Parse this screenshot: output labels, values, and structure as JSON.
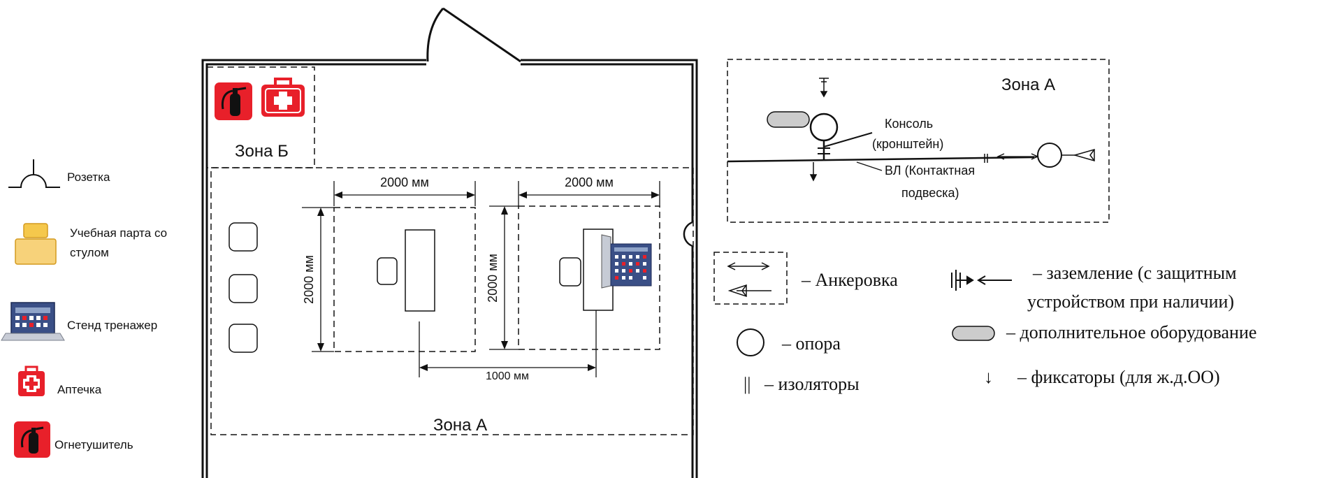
{
  "legend_left": {
    "socket": "Розетка",
    "desk_line1": "Учебная парта со",
    "desk_line2": "стулом",
    "stand": "Стенд тренажер",
    "first_aid": "Аптечка",
    "extinguisher": "Огнетушитель"
  },
  "room": {
    "zone_b": "Зона Б",
    "zone_a": "Зона А",
    "dim_width_1": "2000 мм",
    "dim_width_2": "2000 мм",
    "dim_height_1": "2000 мм",
    "dim_height_2": "2000 мм",
    "dim_gap": "1000 мм"
  },
  "zone_a_detail": {
    "title": "Зона А",
    "console_line1": "Консоль",
    "console_line2": "(кронштейн)",
    "line_label1": "ВЛ (Контактная",
    "line_label2": "подвеска)"
  },
  "legend_right": {
    "anchoring": "– Анкеровка",
    "grounding_line1": "– заземление (с защитным",
    "grounding_line2": "устройством при наличии)",
    "support": "– опора",
    "extra_equipment": "– дополнительное оборудование",
    "insulators_symbol": "||",
    "insulators": "– изоляторы",
    "fixators_symbol": "↓",
    "fixators": "– фиксаторы (для ж.д.ОО)"
  },
  "colors": {
    "safety_red": "#e8202a",
    "desk_yellow": "#f5c84c",
    "desk_fill": "#f7d27a",
    "stand_blue": "#3a4f86",
    "line": "#111111"
  }
}
